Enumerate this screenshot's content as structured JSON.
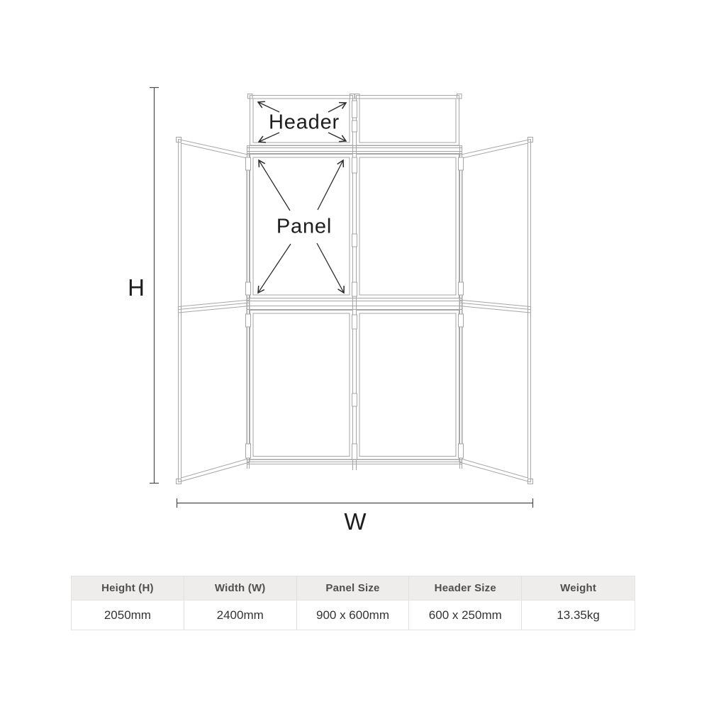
{
  "diagram": {
    "header_label": "Header",
    "panel_label": "Panel",
    "height_dim_label": "H",
    "width_dim_label": "W",
    "frame_color": "#a6a6a6",
    "arrow_color": "#2b2b2b",
    "dimension_line_color": "#4a4a4a"
  },
  "spec_table": {
    "headers": [
      "Height (H)",
      "Width (W)",
      "Panel Size",
      "Header Size",
      "Weight"
    ],
    "values": [
      "2050mm",
      "2400mm",
      "900 x 600mm",
      "600 x 250mm",
      "13.35kg"
    ],
    "header_bg": "#efedec",
    "header_text_color": "#4f4f4f",
    "value_text_color": "#333333"
  }
}
